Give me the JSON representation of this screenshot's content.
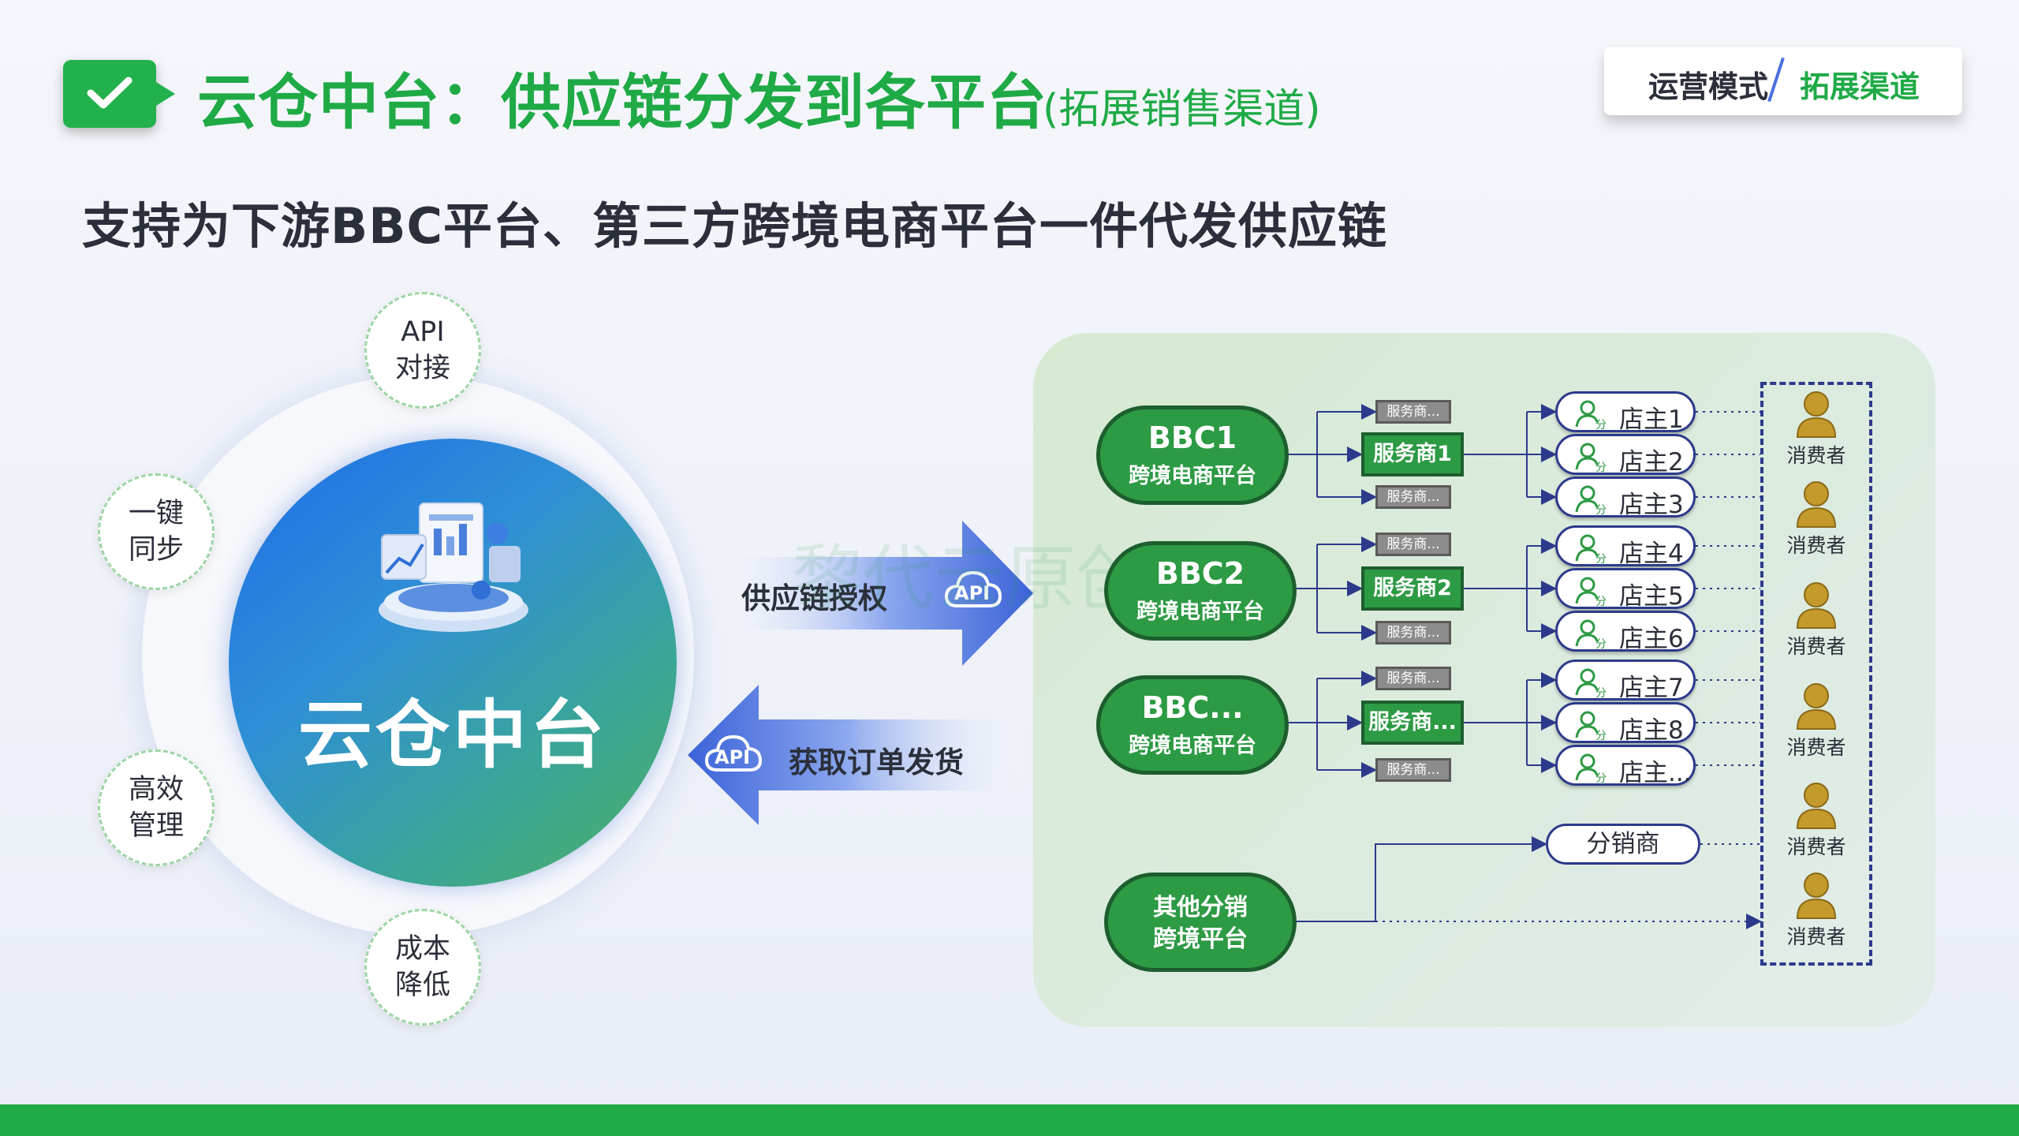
{
  "header": {
    "title": "云仓中台：供应链分发到各平台",
    "subtitle": "(拓展销售渠道)",
    "mode_left": "运营模式",
    "mode_right": "拓展渠道",
    "headline": "支持为下游BBC平台、第三方跨境电商平台一件代发供应链"
  },
  "hub": {
    "center_label": "云仓中台",
    "features": [
      "API\n对接",
      "一键\n同步",
      "高效\n管理",
      "成本\n降低"
    ]
  },
  "arrows": {
    "forward_label": "供应链授权",
    "backward_label": "获取订单发货",
    "api_badge": "API"
  },
  "watermark": "黎代云原创",
  "platforms": [
    {
      "name": "BBC1",
      "sub": "跨境电商平台",
      "service": "服务商1",
      "shops": [
        "店主1",
        "店主2",
        "店主3"
      ]
    },
    {
      "name": "BBC2",
      "sub": "跨境电商平台",
      "service": "服务商2",
      "shops": [
        "店主4",
        "店主5",
        "店主6"
      ]
    },
    {
      "name": "BBC...",
      "sub": "跨境电商平台",
      "service": "服务商...",
      "shops": [
        "店主7",
        "店主8",
        "店主..."
      ]
    }
  ],
  "service_small": "服务商...",
  "other": {
    "line1": "其他分销",
    "line2": "跨境平台",
    "distributor": "分销商"
  },
  "consumer_label": "消费者",
  "colors": {
    "brand_green": "#1faa46",
    "dark_green": "#1d5e2e",
    "navy": "#2c3a8c",
    "consumer": "#c49a2c"
  }
}
